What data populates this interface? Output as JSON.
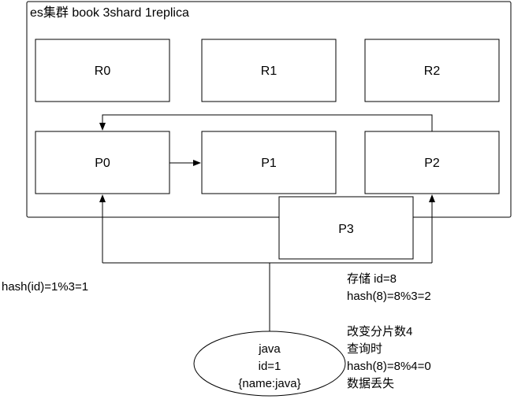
{
  "cluster": {
    "title": "es集群 book 3shard 1replica"
  },
  "replicas": [
    "R0",
    "R1",
    "R2"
  ],
  "primaries": [
    "P0",
    "P1",
    "P2"
  ],
  "extra_shard": "P3",
  "client": {
    "lines": [
      "java",
      "id=1",
      "{name:java}"
    ]
  },
  "notes": {
    "left": "hash(id)=1%3=1",
    "store_lines": [
      "存储 id=8",
      "hash(8)=8%3=2"
    ],
    "change_lines": [
      "改变分片数4",
      "查询时",
      "hash(8)=8%4=0",
      "数据丢失"
    ]
  },
  "colors": {
    "stroke": "#000000",
    "background": "#ffffff",
    "text": "#000000"
  }
}
